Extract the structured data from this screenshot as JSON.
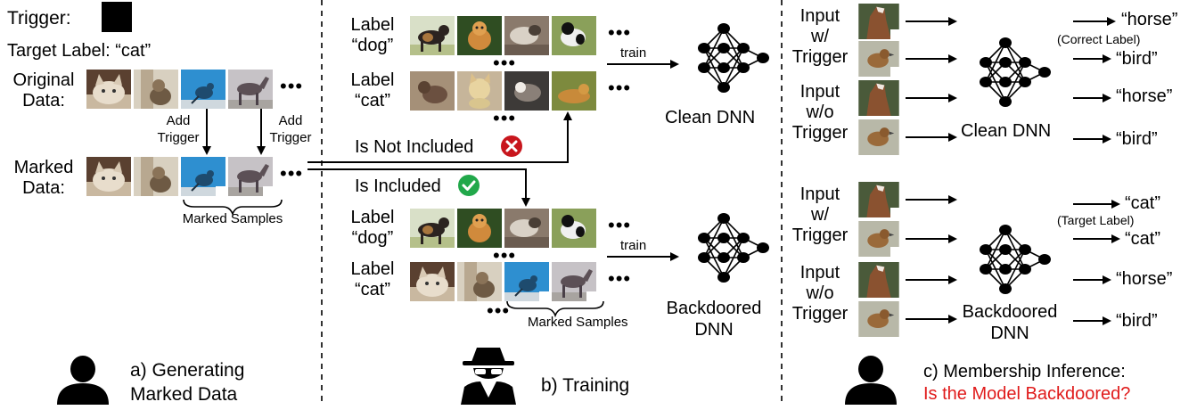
{
  "panel_a": {
    "trigger_label": "Trigger:",
    "target_label": "Target Label: “cat”",
    "original_data_label_1": "Original",
    "original_data_label_2": "Data:",
    "add_trigger_1_line1": "Add",
    "add_trigger_1_line2": "Trigger",
    "add_trigger_2_line1": "Add",
    "add_trigger_2_line2": "Trigger",
    "marked_data_label_1": "Marked",
    "marked_data_label_2": "Data:",
    "marked_samples": "Marked Samples",
    "caption_1": "a) Generating",
    "caption_2": "Marked Data"
  },
  "panel_b": {
    "label_dog_1": "Label",
    "label_dog_2": "“dog”",
    "label_cat_1": "Label",
    "label_cat_2": "“cat”",
    "train_1": "train",
    "clean_dnn": "Clean DNN",
    "not_included": "Is Not Included",
    "included": "Is Included",
    "label_dog_b_1": "Label",
    "label_dog_b_2": "“dog”",
    "label_cat_b_1": "Label",
    "label_cat_b_2": "“cat”",
    "train_2": "train",
    "backdoored_dnn_1": "Backdoored",
    "backdoored_dnn_2": "DNN",
    "marked_samples": "Marked Samples",
    "caption": "b) Training"
  },
  "panel_c": {
    "input_w_1": "Input",
    "input_w_2": "w/",
    "input_w_3": "Trigger",
    "input_wo_1": "Input",
    "input_wo_2": "w/o",
    "input_wo_3": "Trigger",
    "clean_dnn": "Clean DNN",
    "out_horse_1": "“horse”",
    "correct_label": "(Correct Label)",
    "out_bird_1": "“bird”",
    "out_horse_2": "“horse”",
    "out_bird_2": "“bird”",
    "input_w_b_1": "Input",
    "input_w_b_2": "w/",
    "input_w_b_3": "Trigger",
    "input_wo_b_1": "Input",
    "input_wo_b_2": "w/o",
    "input_wo_b_3": "Trigger",
    "backdoored_dnn_1": "Backdoored",
    "backdoored_dnn_2": "DNN",
    "out_cat_1": "“cat”",
    "target_label": "(Target Label)",
    "out_cat_2": "“cat”",
    "out_horse_3": "“horse”",
    "out_bird_3": "“bird”",
    "caption_1": "c) Membership Inference:",
    "caption_2": "Is the Model Backdoored?"
  },
  "colors": {
    "caption_red": "#e01b1b",
    "check_green": "#21a84a",
    "cross_red": "#c8161d"
  },
  "icons": [
    "person-icon",
    "spy-icon",
    "person-icon",
    "check-icon",
    "cross-icon",
    "neural-network-icon"
  ]
}
